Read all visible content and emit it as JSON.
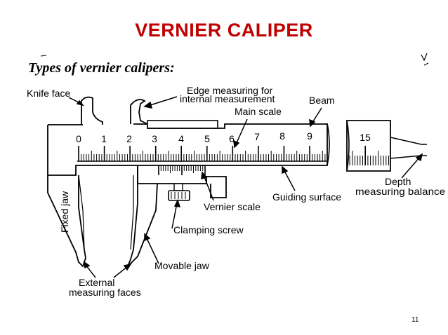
{
  "title": "VERNIER CALIPER",
  "subtitle": "Types of vernier calipers:",
  "page_number": "11",
  "colors": {
    "title": "#c00000",
    "ink": "#000000",
    "background": "#ffffff"
  },
  "diagram": {
    "scale_numbers": [
      "0",
      "1",
      "2",
      "3",
      "4",
      "5",
      "6",
      "7",
      "8",
      "9",
      "15"
    ],
    "labels": {
      "knife_face": "Knife face",
      "edge_measuring_1": "Edge measuring for",
      "edge_measuring_2": "internal measurement",
      "beam": "Beam",
      "main_scale": "Main scale",
      "fixed_jaw": "Fixed jaw",
      "vernier_scale": "Vernier scale",
      "guiding_surface": "Guiding surface",
      "depth_1": "Depth",
      "depth_2": "measuring balance",
      "clamping_screw": "Clamping screw",
      "movable_jaw": "Movable jaw",
      "external_1": "External",
      "external_2": "measuring faces"
    }
  }
}
